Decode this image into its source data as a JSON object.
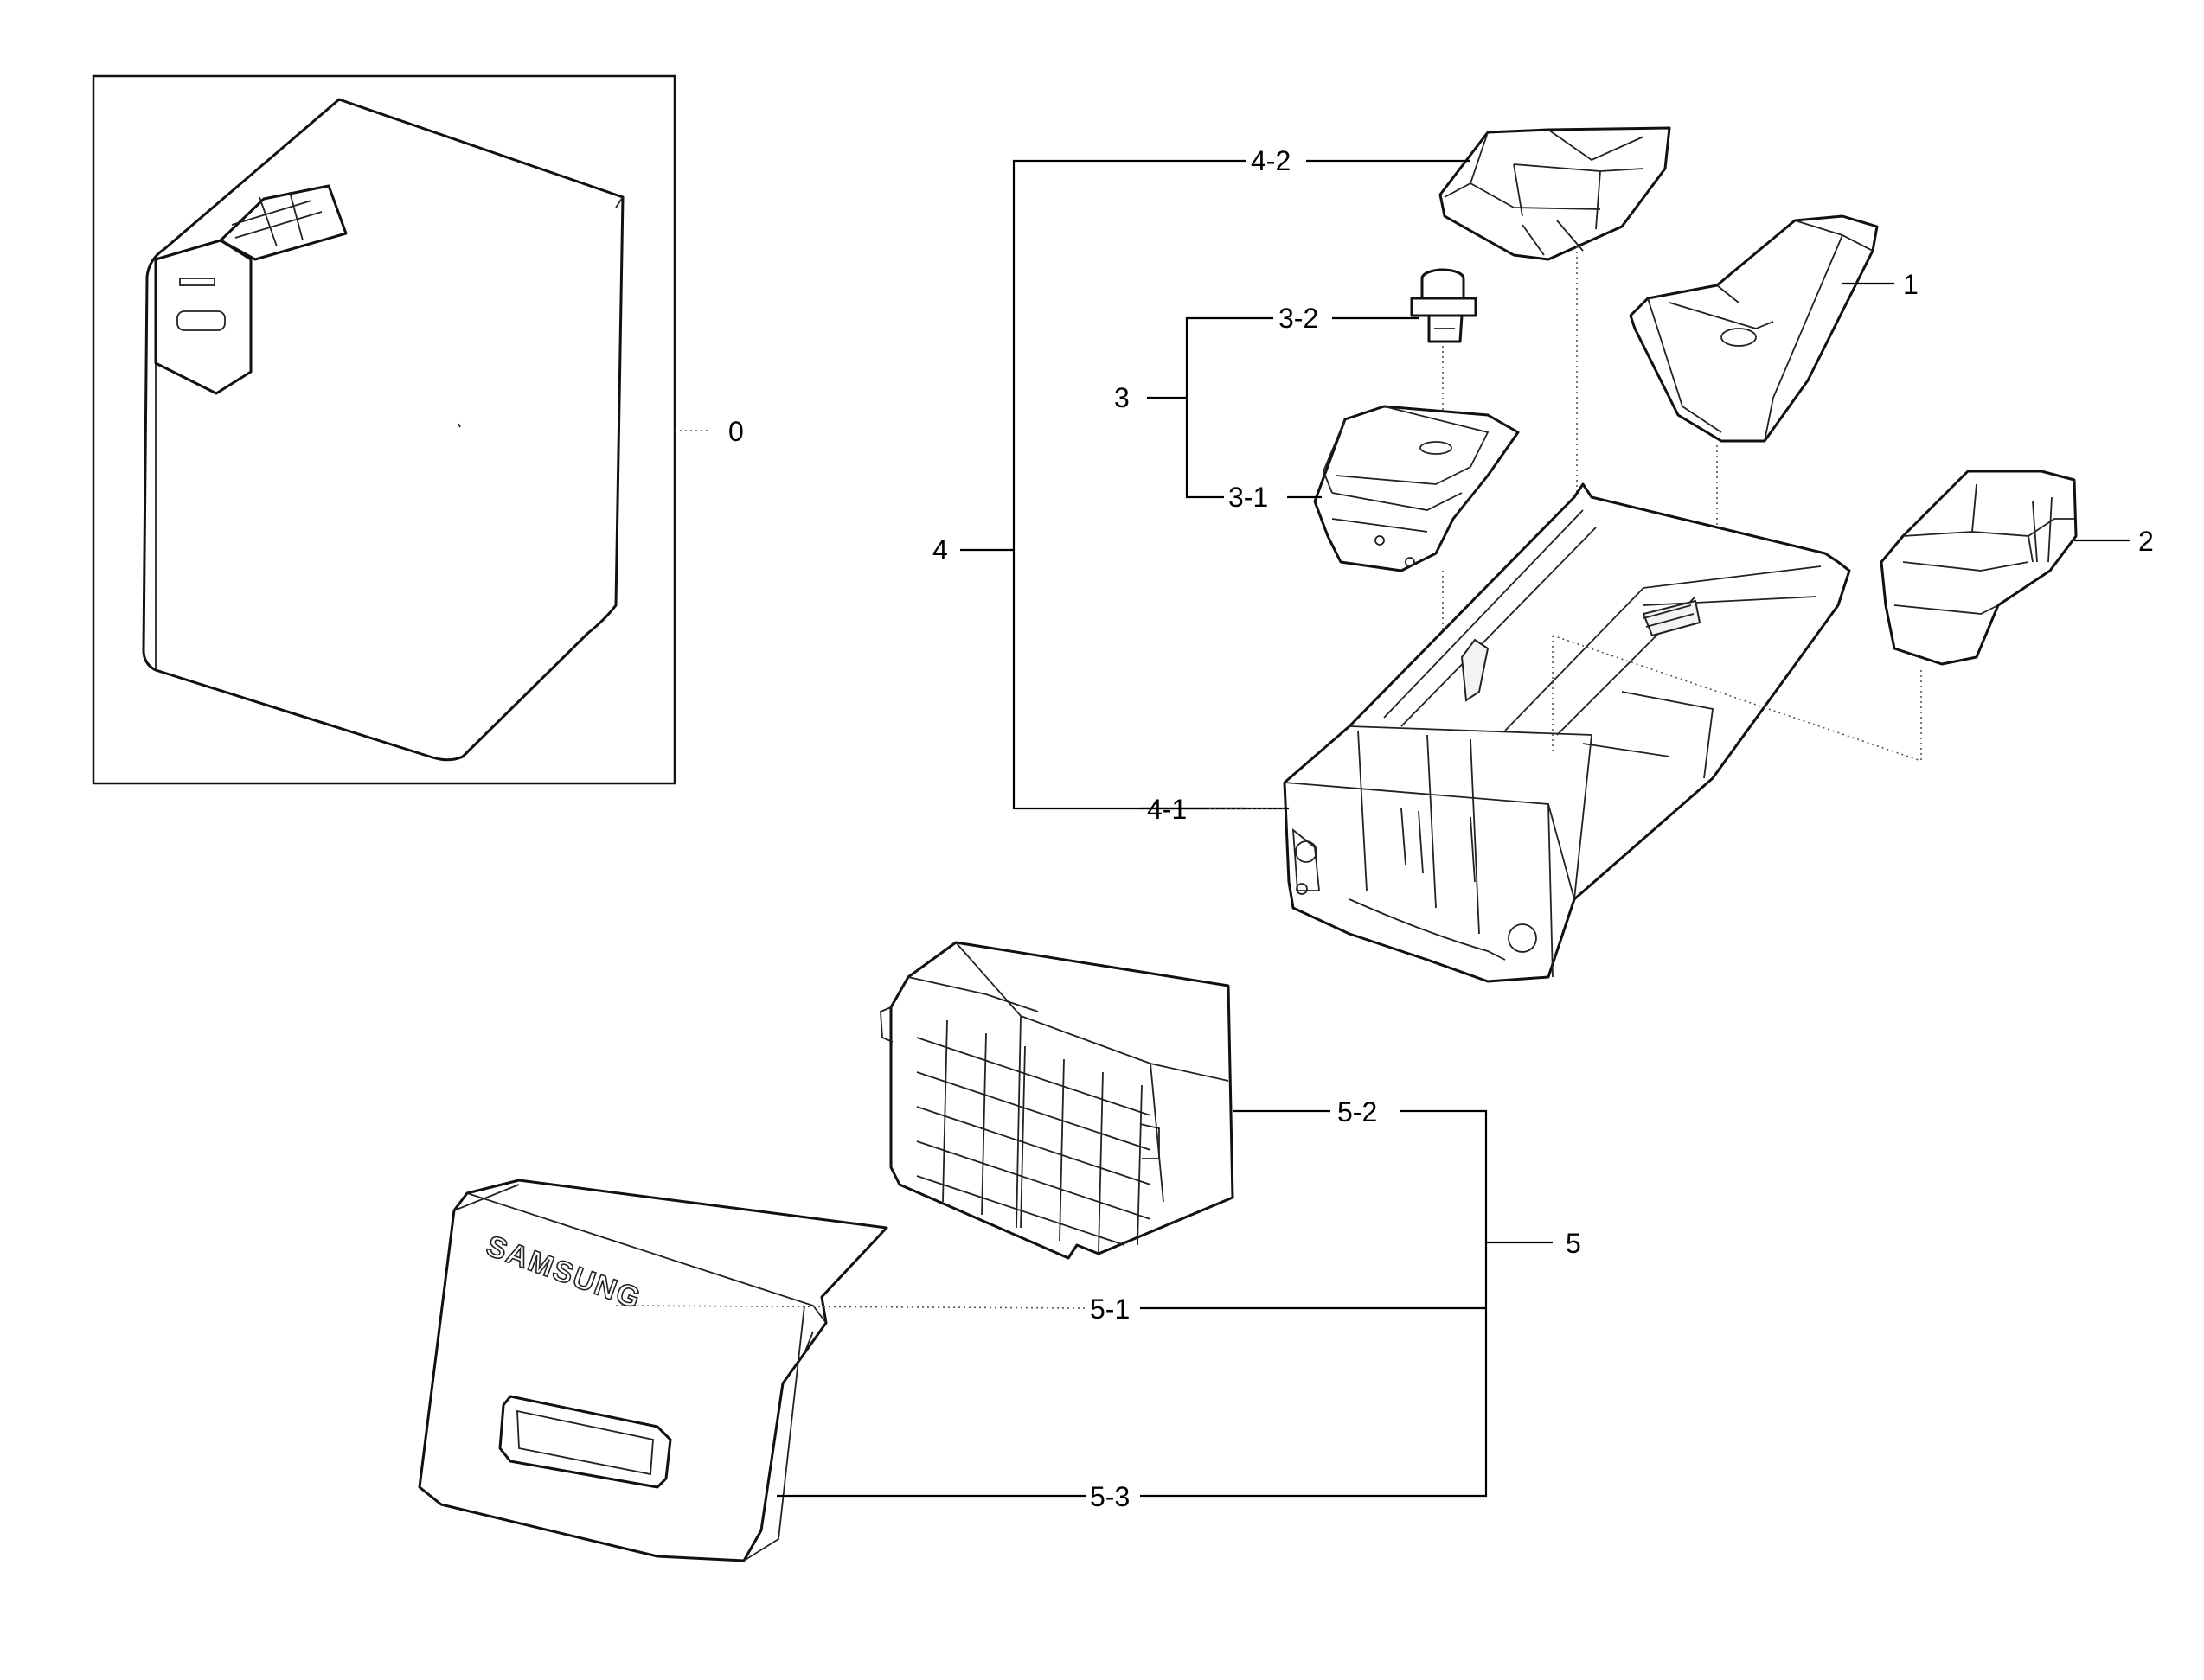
{
  "callouts": {
    "c0": "0",
    "c1": "1",
    "c2": "2",
    "c3": "3",
    "c3_1": "3-1",
    "c3_2": "3-2",
    "c4": "4",
    "c4_1": "4-1",
    "c4_2": "4-2",
    "c5": "5",
    "c5_1": "5-1",
    "c5_2": "5-2",
    "c5_3": "5-3"
  },
  "markings": {
    "brand": "SAMSUNG"
  }
}
